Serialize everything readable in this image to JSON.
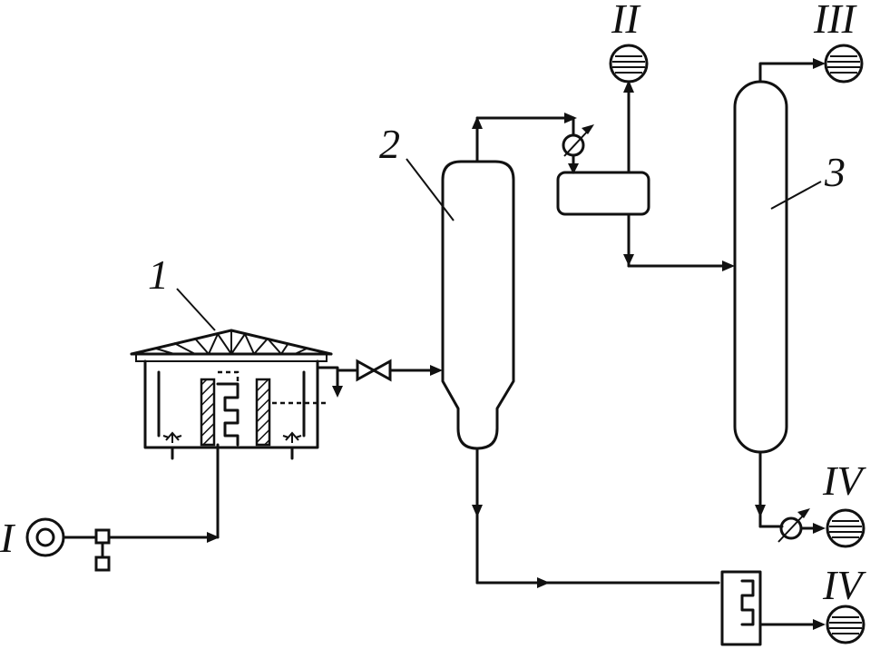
{
  "labels": {
    "unit_1": "1",
    "unit_2": "2",
    "unit_3": "3",
    "stream_I": "I",
    "stream_II": "II",
    "stream_III": "III",
    "stream_IV_top": "IV",
    "stream_IV_bottom": "IV"
  }
}
